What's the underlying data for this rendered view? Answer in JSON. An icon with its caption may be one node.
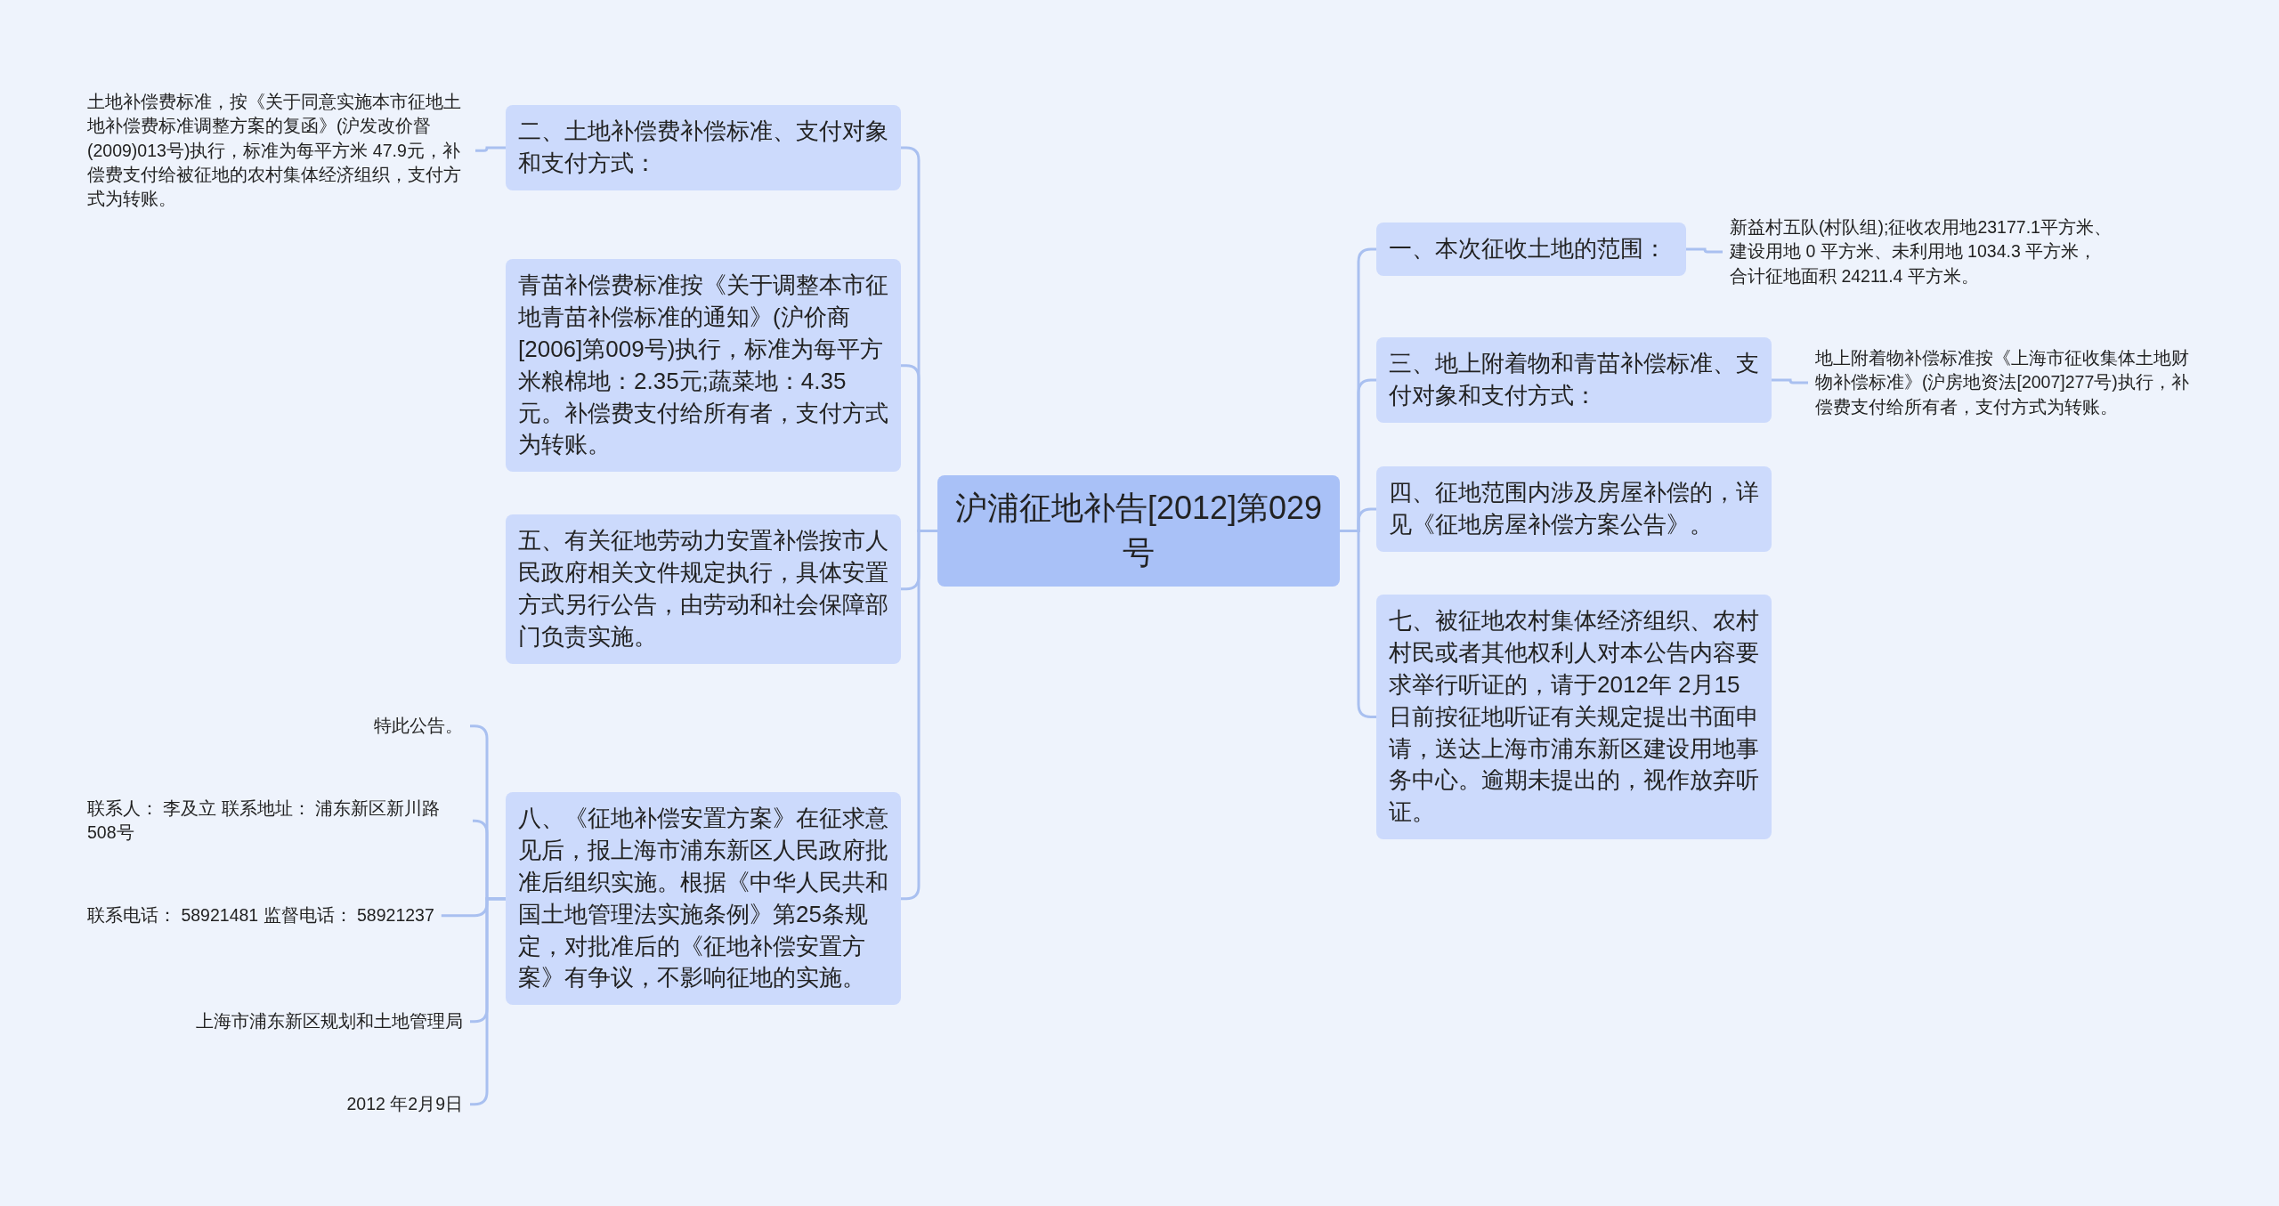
{
  "diagram": {
    "nodes": [
      {
        "text": [
          "沪浦征地补告[2012]第029号"
        ]
      },
      {
        "text": [
          "二、土地补偿费补偿标准、支付对象和支付方式："
        ]
      },
      {
        "text": [
          "青苗补偿费标准按《关于调整本市征地青苗补偿标准的通知》(沪价商[2006]第009号)执行，标准为每平方米粮棉地：2.35元;蔬菜地：4.35元。补偿费支付给所有者，支付方式为转账。"
        ]
      },
      {
        "text": [
          "五、有关征地劳动力安置补偿按市人民政府相关文件规定执行，具体安置方式另行公告，由劳动和社会保障部门负责实施。"
        ]
      },
      {
        "text": [
          "八、《征地补偿安置方案》在征求意见后，报上海市浦东新区人民政府批准后组织实施。根据《中华人民共和国土地管理法实施条例》第25条规定，对批准后的《征地补偿安置方案》有争议，不影响征地的实施。"
        ]
      },
      {
        "text": [
          "一、本次征收土地的范围："
        ]
      },
      {
        "text": [
          "三、地上附着物和青苗补偿标准、支付对象和支付方式："
        ]
      },
      {
        "text": [
          "四、征地范围内涉及房屋补偿的，详见《征地房屋补偿方案公告》。"
        ]
      },
      {
        "text": [
          "七、被征地农村集体经济组织、农村村民或者其他权利人对本公告内容要求举行听证的，请于2012年 2月15 日前按征地听证有关规定提出书面申请，送达上海市浦东新区建设用地事务中心。逾期未提出的，视作放弃听证。"
        ]
      },
      {
        "text": [
          "土地补偿费标准，按《关于同意实施本市征地土地补偿费标准调整方案的复函》(沪发改价督(2009)013号)执行，标准为每平方米 47.9元，补偿费支付给被征地的农村集体经济组织，支付方式为转账。"
        ]
      },
      {
        "text": [
          "新益村五队(村队组);征收农用地23177.1平方米、建设用地 0 平方米、未利用地 1034.3 平方米，合计征地面积 24211.4 平方米。"
        ]
      },
      {
        "text": [
          "地上附着物补偿标准按《上海市征收集体土地财物补偿标准》(沪房地资法[2007]277号)执行，补偿费支付给所有者，支付方式为转账。"
        ]
      },
      {
        "text": [
          "特此公告。"
        ]
      },
      {
        "text": [
          "联系人：  李及立 联系地址：  浦东新区新川路508号"
        ]
      },
      {
        "text": [
          "联系电话：  58921481 监督电话：  58921237"
        ]
      },
      {
        "text": [
          "上海市浦东新区规划和土地管理局"
        ]
      },
      {
        "text": [
          "2012 年2月9日"
        ]
      }
    ],
    "edges": [
      {
        "from": 0,
        "to": 1,
        "arrow": "none"
      },
      {
        "from": 0,
        "to": 2,
        "arrow": "none"
      },
      {
        "from": 0,
        "to": 3,
        "arrow": "none"
      },
      {
        "from": 0,
        "to": 4,
        "arrow": "none"
      },
      {
        "from": 0,
        "to": 5,
        "arrow": "none"
      },
      {
        "from": 0,
        "to": 6,
        "arrow": "none"
      },
      {
        "from": 0,
        "to": 7,
        "arrow": "none"
      },
      {
        "from": 0,
        "to": 8,
        "arrow": "none"
      },
      {
        "from": 1,
        "to": 9,
        "arrow": "none"
      },
      {
        "from": 5,
        "to": 10,
        "arrow": "none"
      },
      {
        "from": 6,
        "to": 11,
        "arrow": "none"
      },
      {
        "from": 4,
        "to": 12,
        "arrow": "none"
      },
      {
        "from": 4,
        "to": 13,
        "arrow": "none"
      },
      {
        "from": 4,
        "to": 14,
        "arrow": "none"
      },
      {
        "from": 4,
        "to": 15,
        "arrow": "none"
      },
      {
        "from": 4,
        "to": 16,
        "arrow": "none"
      }
    ]
  }
}
